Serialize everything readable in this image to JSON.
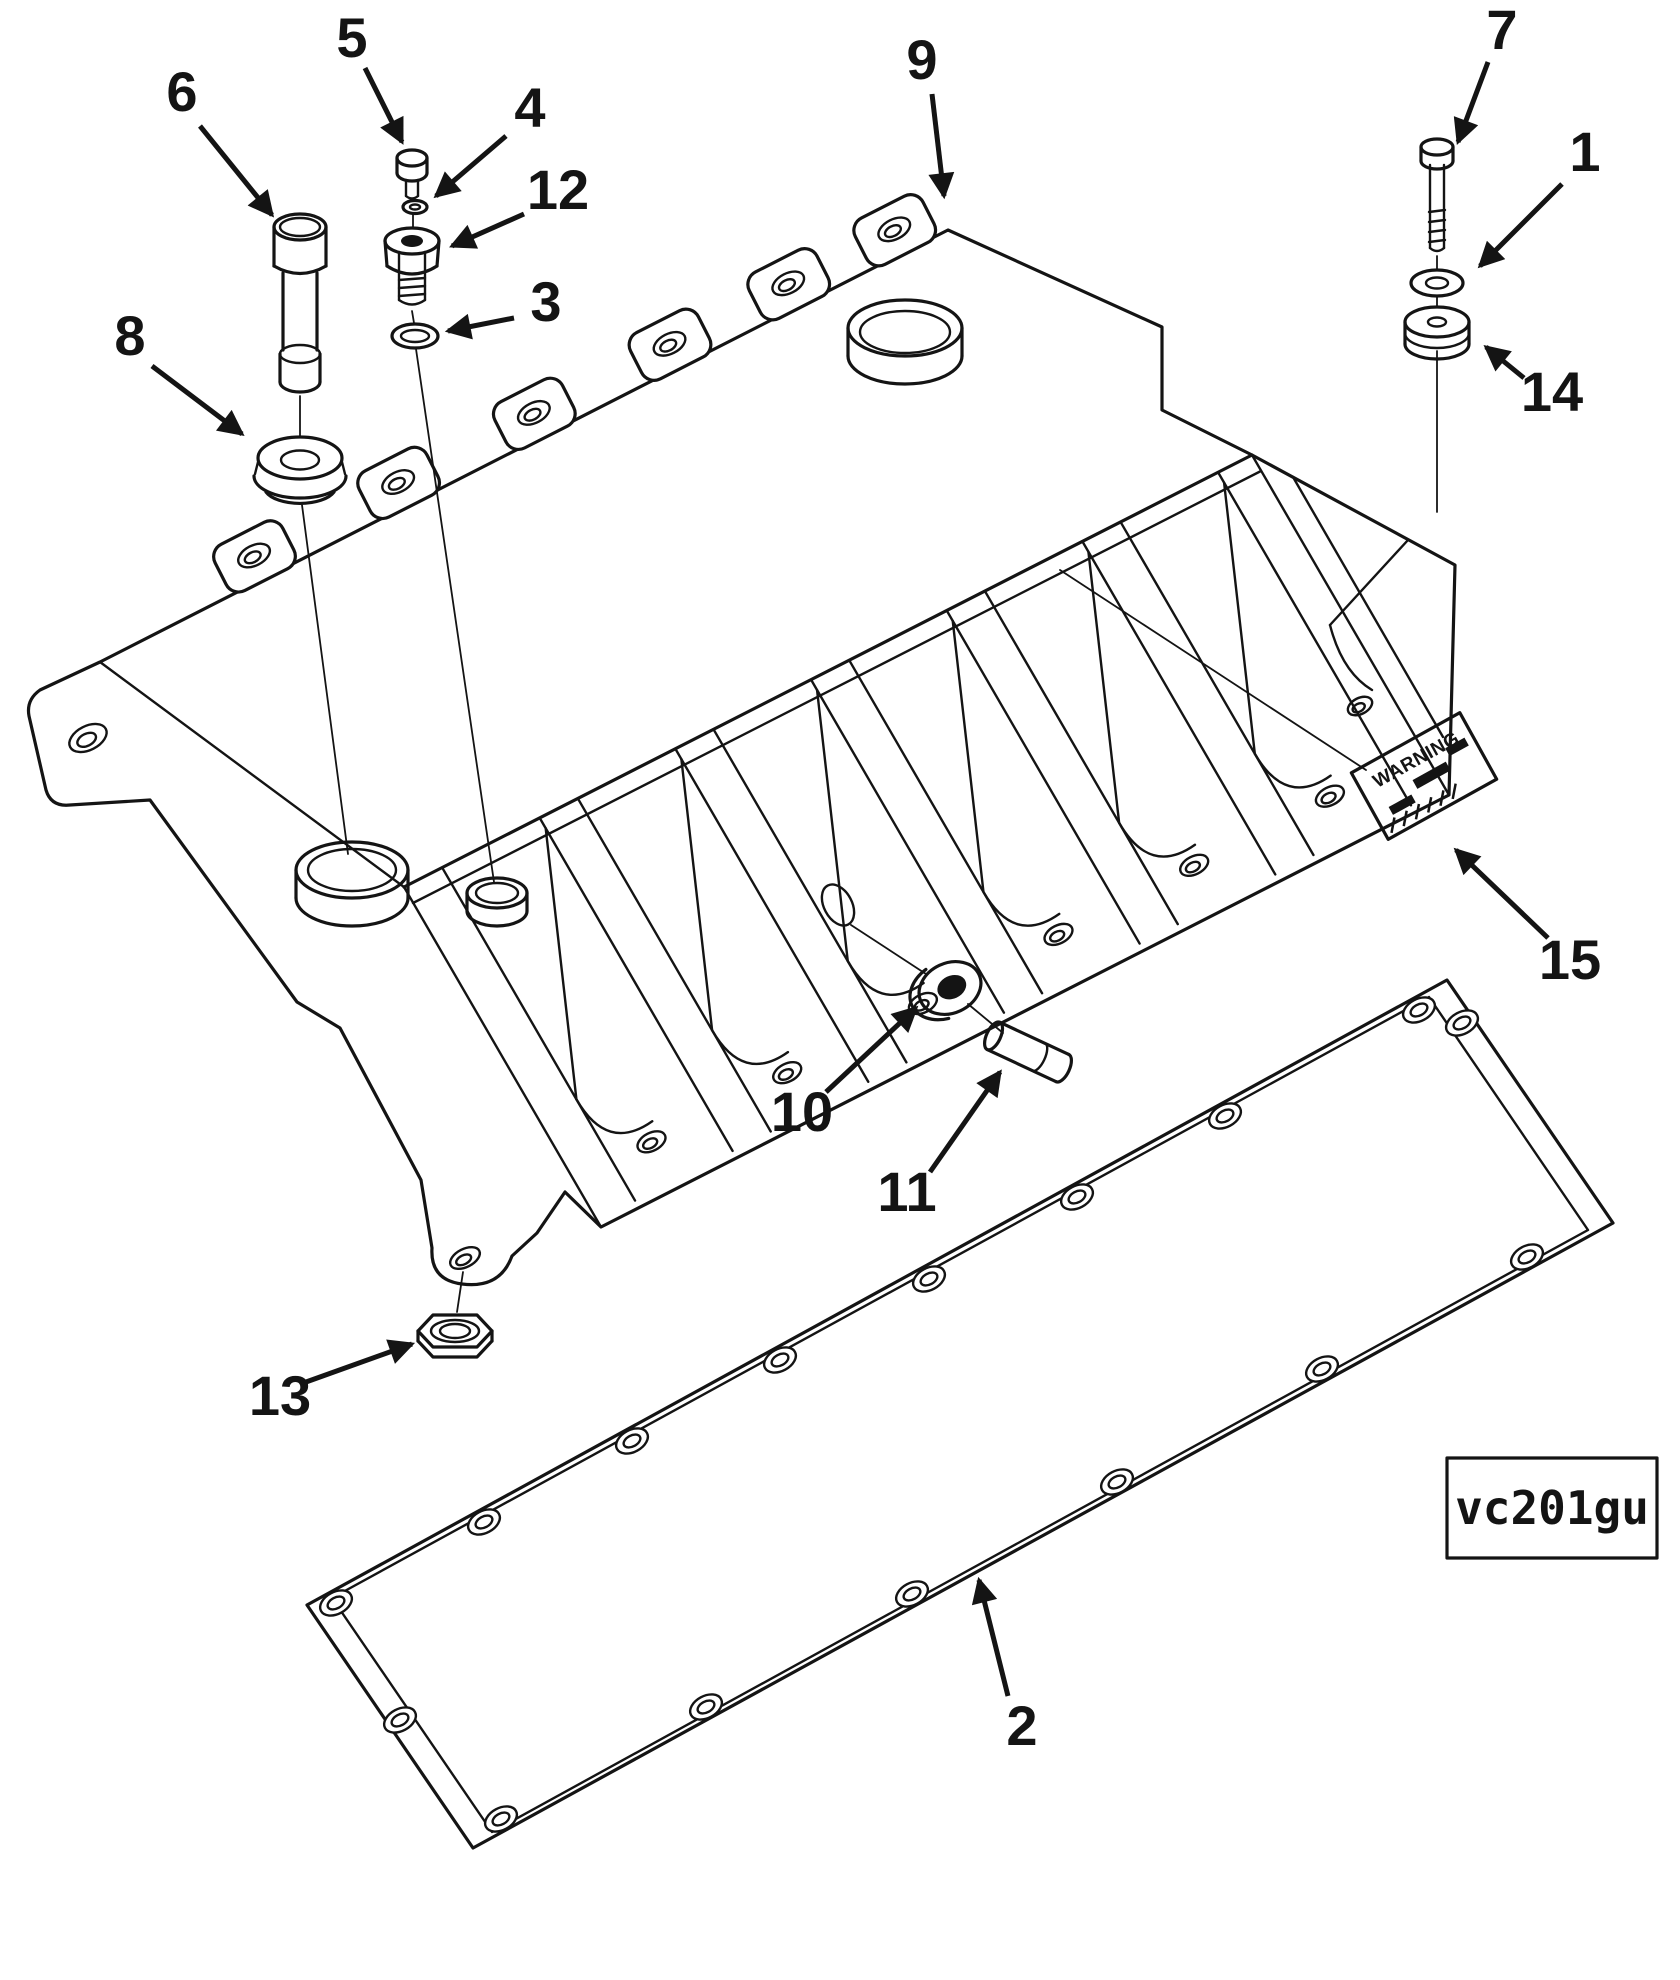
{
  "figure": {
    "type": "exploded-parts-diagram",
    "code_label": "vc201gu",
    "warning_text": "WARNING",
    "callouts": {
      "n1": "1",
      "n2": "2",
      "n3": "3",
      "n4": "4",
      "n5": "5",
      "n6": "6",
      "n7": "7",
      "n8": "8",
      "n9": "9",
      "n10": "10",
      "n11": "11",
      "n12": "12",
      "n13": "13",
      "n14": "14",
      "n15": "15"
    }
  }
}
